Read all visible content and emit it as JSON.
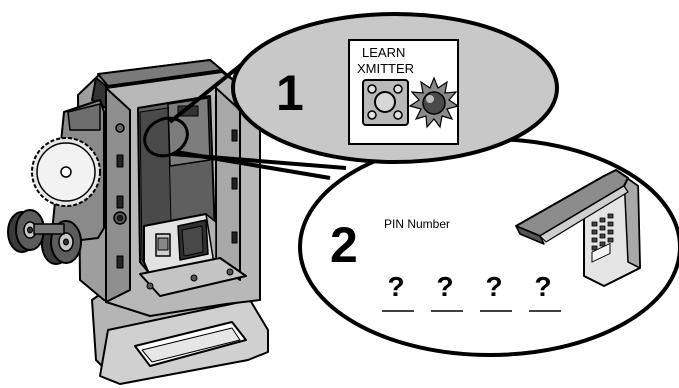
{
  "callout1": {
    "step_number": "1",
    "button_label_line1": "LEARN",
    "button_label_line2": "XMITTER"
  },
  "callout2": {
    "step_number": "2",
    "pin_label": "PIN Number",
    "pin_digits": [
      "?",
      "?",
      "?",
      "?"
    ]
  },
  "colors": {
    "callout1_fill": "#c8c8c8",
    "callout2_fill": "#ffffff",
    "outline": "#000000",
    "operator_body": "#9a9a9a",
    "operator_dark": "#5a5a5a",
    "led_glow": "#8a8a8a"
  },
  "icons": [
    "learn-button-icon",
    "led-indicator-icon",
    "keypad-icon",
    "gear-icon",
    "pulley-icon"
  ]
}
